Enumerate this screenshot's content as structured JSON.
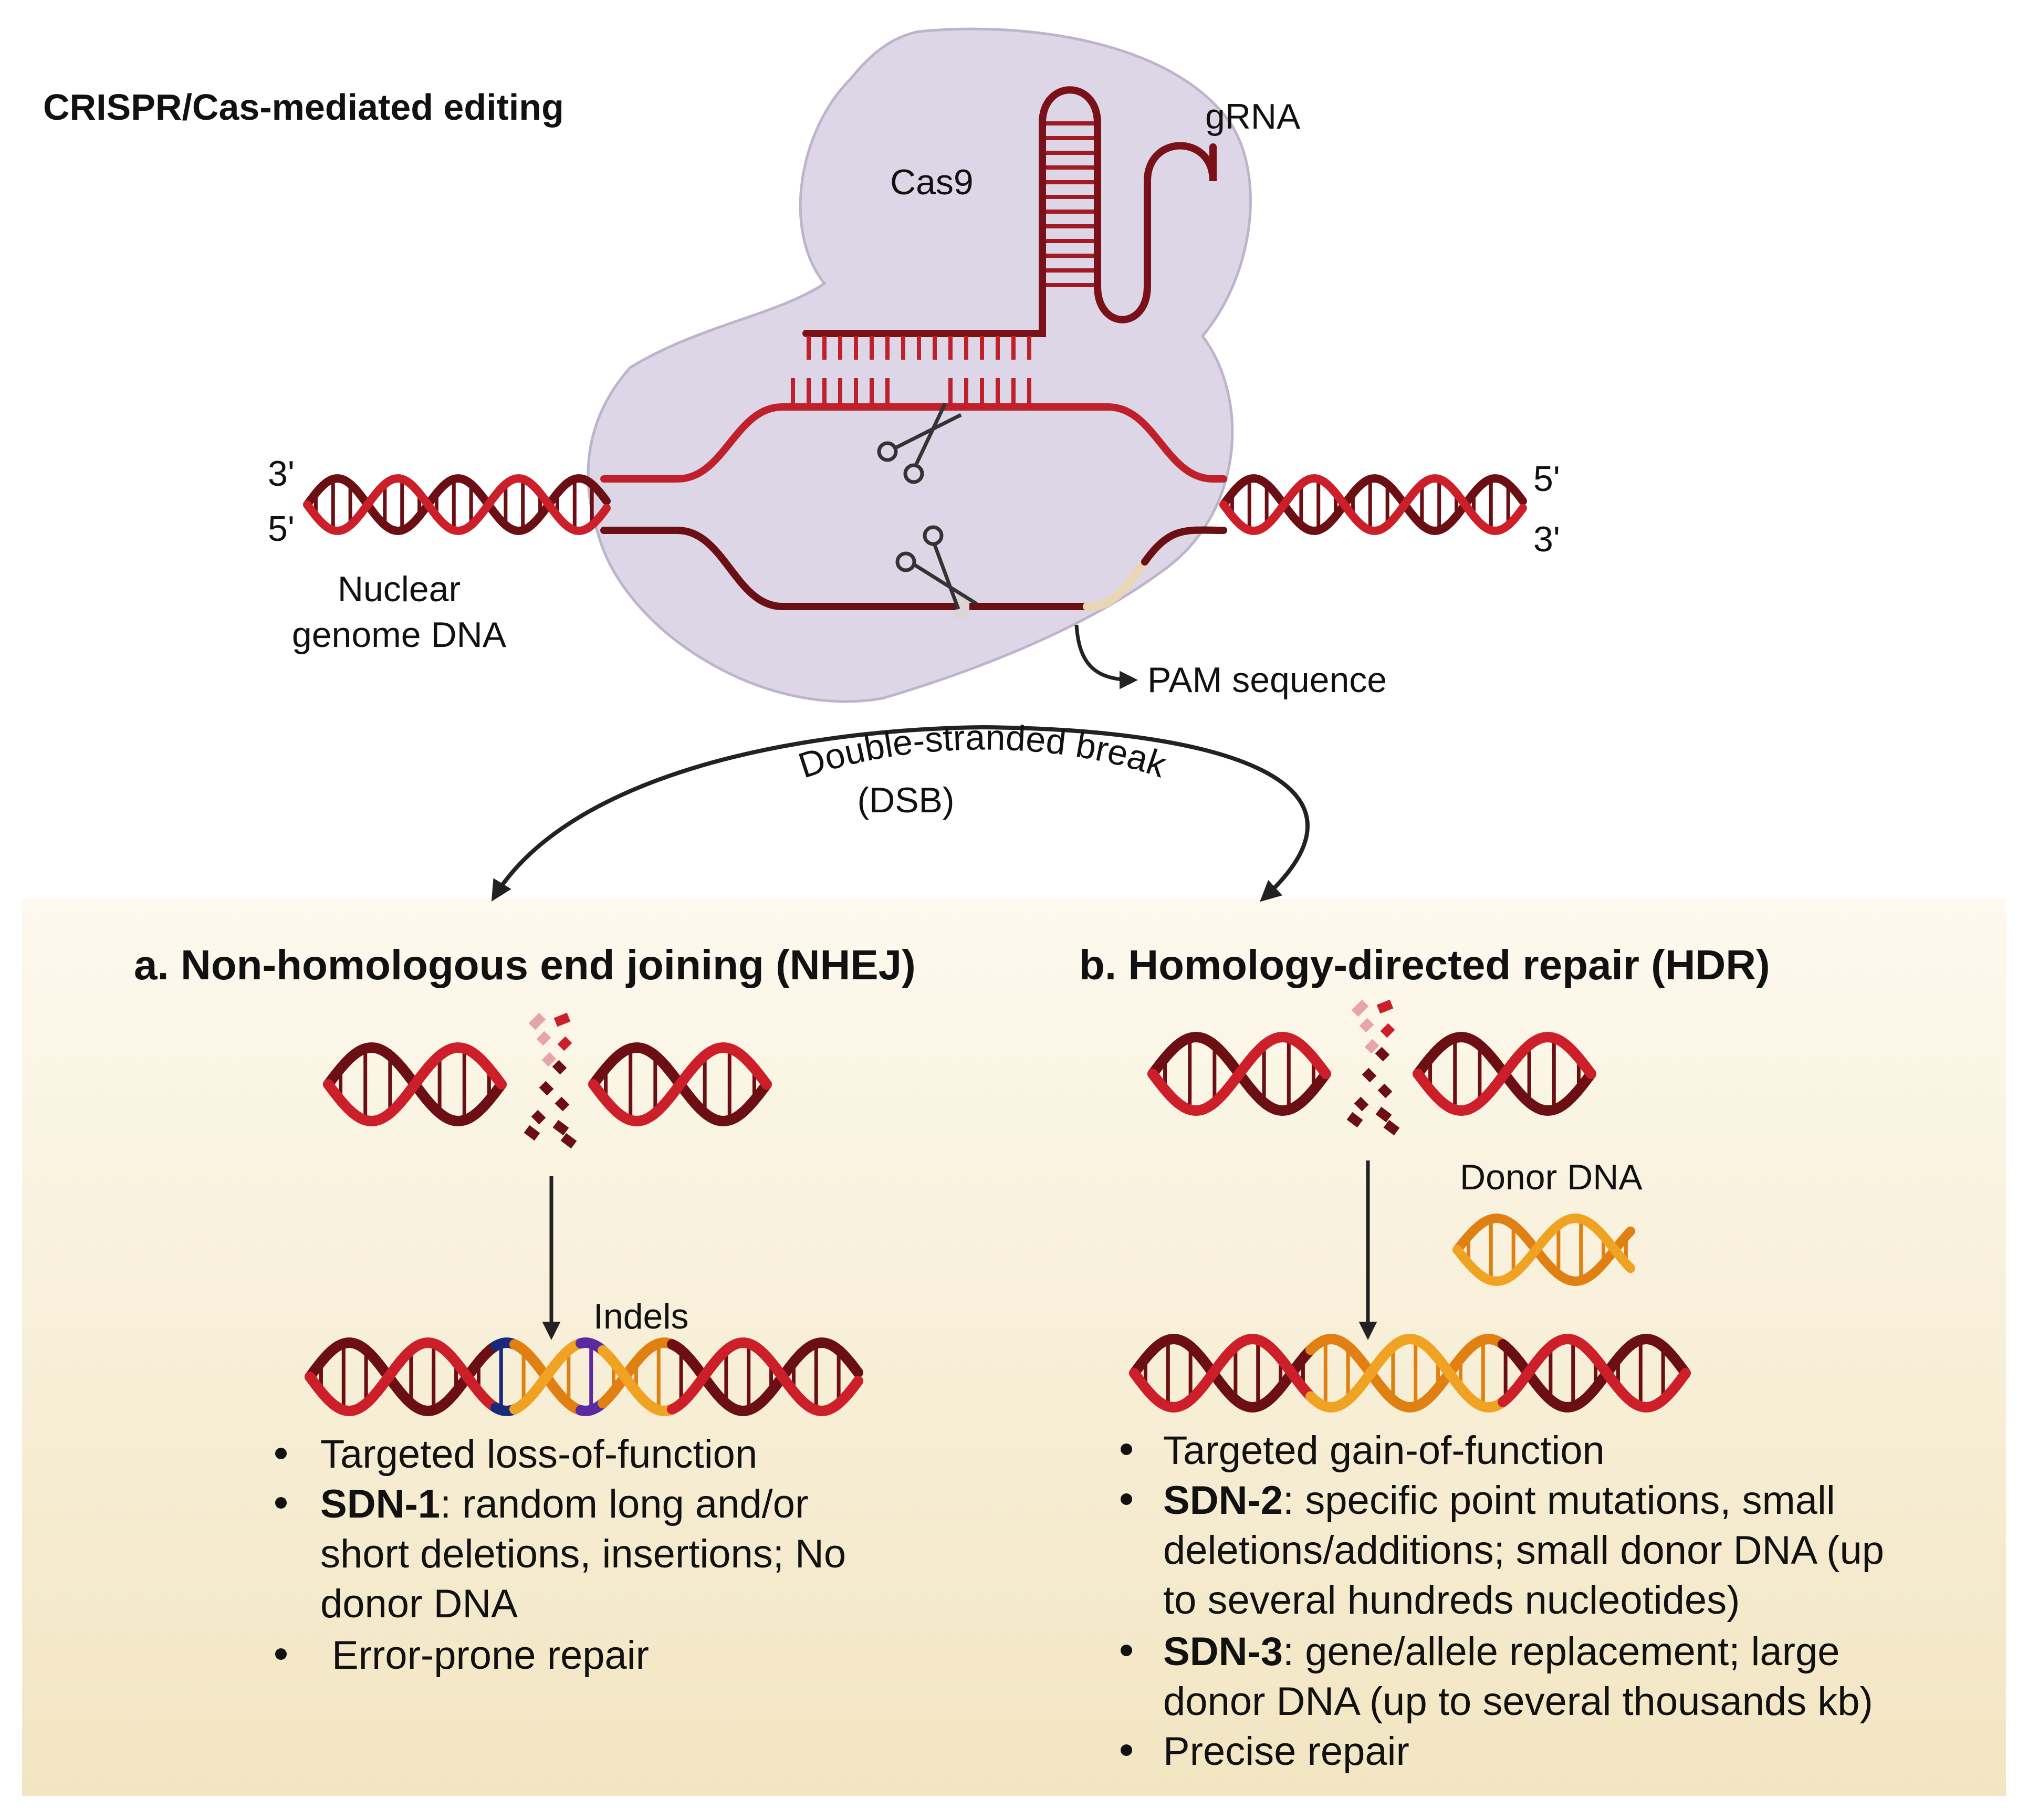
{
  "title": "CRISPR/Cas-mediated editing",
  "labels": {
    "cas9": "Cas9",
    "grna": "gRNA",
    "three_prime_left": "3'",
    "five_prime_left": "5'",
    "five_prime_right": "5'",
    "three_prime_right": "3'",
    "nuclear_line1": "Nuclear",
    "nuclear_line2": "genome DNA",
    "pam": "PAM sequence",
    "dsb_line1": "Double-stranded break",
    "dsb_line2": "(DSB)"
  },
  "nhej": {
    "heading": "a. Non-homologous end joining (NHEJ)",
    "indels_label": "Indels",
    "bullets": {
      "b1": "Targeted loss-of-function",
      "b2_bold": "SDN-1",
      "b2_line1": ": random long and/or",
      "b2_line2": "short deletions, insertions; No",
      "b2_line3": "donor DNA",
      "b3": "Error-prone repair"
    }
  },
  "hdr": {
    "heading": "b. Homology-directed repair (HDR)",
    "donor_label": "Donor DNA",
    "bullets": {
      "b1": "Targeted gain-of-function",
      "b2_bold": "SDN-2",
      "b2_line1": ": specific point mutations, small",
      "b2_line2": "deletions/additions; small donor DNA (up",
      "b2_line3": "to several hundreds nucleotides)",
      "b3_bold": "SDN-3",
      "b3_line1": ": gene/allele replacement; large",
      "b3_line2": "donor DNA (up to several thousands kb)",
      "b4": "Precise repair"
    }
  },
  "colors": {
    "dna_dark": "#6b0f14",
    "dna_red": "#cc1f2a",
    "dna_rung_light": "#e6a6a9",
    "cas9_fill": "#dcd6e6",
    "cas9_stroke": "#b8b0c8",
    "donor_orange": "#f0a323",
    "donor_dark_orange": "#e07f12",
    "indel_blue": "#1a2a7a",
    "indel_purple": "#5b2aa0",
    "pam_beige": "#e8d6b4",
    "panel_top": "#fdf8ec",
    "panel_bottom": "#f3e6c4",
    "arrow": "#222222"
  }
}
